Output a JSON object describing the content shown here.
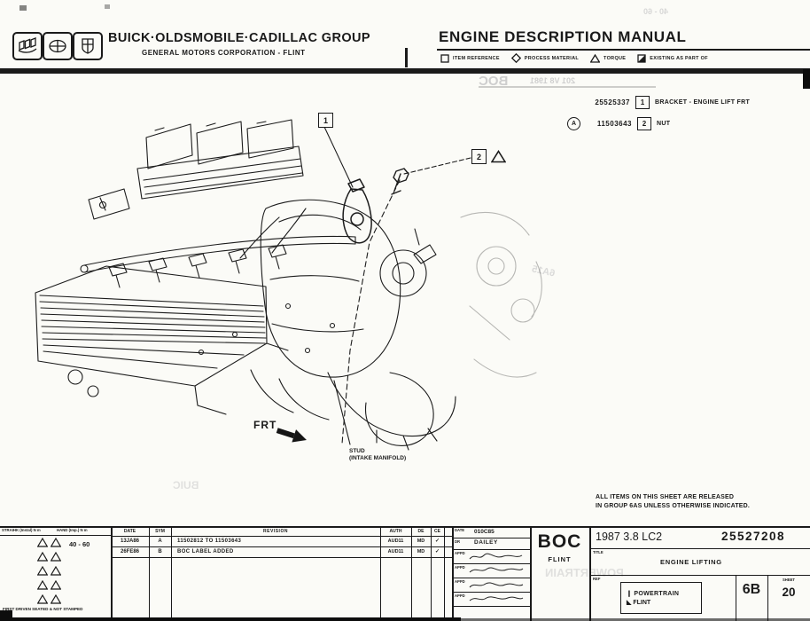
{
  "header": {
    "group_title": "BUICK·OLDSMOBILE·CADILLAC GROUP",
    "group_subtitle": "GENERAL MOTORS CORPORATION - FLINT",
    "manual_title": "ENGINE DESCRIPTION MANUAL",
    "legend": [
      {
        "icon": "square-icon",
        "label": "ITEM REFERENCE"
      },
      {
        "icon": "diamond-icon",
        "label": "PROCESS MATERIAL"
      },
      {
        "icon": "triangle-icon",
        "label": "TORQUE"
      },
      {
        "icon": "half-square-icon",
        "label": "EXISTING AS PART OF"
      }
    ]
  },
  "parts_list": {
    "rows": [
      {
        "part_number": "25525337",
        "item": "1",
        "description": "BRACKET - ENGINE LIFT FRT"
      },
      {
        "marker": "A",
        "part_number": "11503643",
        "item": "2",
        "description": "NUT"
      }
    ]
  },
  "drawing": {
    "callouts": [
      {
        "item": "1"
      },
      {
        "item": "2"
      }
    ],
    "frt_label": "FRT",
    "stud_label_line1": "STUD",
    "stud_label_line2": "(INTAKE MANIFOLD)"
  },
  "notes": {
    "release_line1": "ALL ITEMS ON THIS SHEET ARE RELEASED",
    "release_line2": "IN GROUP 6AS UNLESS OTHERWISE INDICATED."
  },
  "revision_table": {
    "headers": {
      "date": "DATE",
      "sym": "SYM",
      "revision": "REVISION",
      "auth": "AUTH",
      "de": "DE",
      "ce": "CE"
    },
    "rows": [
      {
        "date": "13JA86",
        "sym": "A",
        "revision": "11502812 TO 11503643",
        "auth": "AUD11",
        "de": "MD",
        "ce": "✓"
      },
      {
        "date": "26FE86",
        "sym": "B",
        "revision": "BOC LABEL ADDED",
        "auth": "AUD11",
        "de": "MD",
        "ce": "✓"
      }
    ]
  },
  "approval_block": {
    "date_label": "DATE",
    "date_value": "010C85",
    "dr_label": "DR",
    "dr_value": "DAILEY",
    "appd_label": "APPD"
  },
  "title_block": {
    "org": "BOC",
    "org_sub": "FLINT",
    "model": "1987 3.8 LC2",
    "document_number": "25527208",
    "title_label": "TITLE",
    "title_value": "ENGINE LIFTING",
    "ref_label": "REF",
    "powertrain_label": "POWERTRAIN",
    "powertrain_sub": "FLINT",
    "group_code": "6B",
    "sheet_label": "SHEET",
    "sheet_number": "20"
  },
  "torque_strip": {
    "header_left": "STRAIHK (Instal) N m",
    "header_right": "HAND (Imp.) N m",
    "range": "40 - 60",
    "bottom_note": "FIRST DRIVEN SEATED & NOT STAMPED"
  },
  "bleed_through": {
    "boc": "BOC",
    "code": "201 V8 1981",
    "powertrain": "POWERTRAIN",
    "range": "40 - 60",
    "stamp": "6A15",
    "buic": "BUIC"
  }
}
